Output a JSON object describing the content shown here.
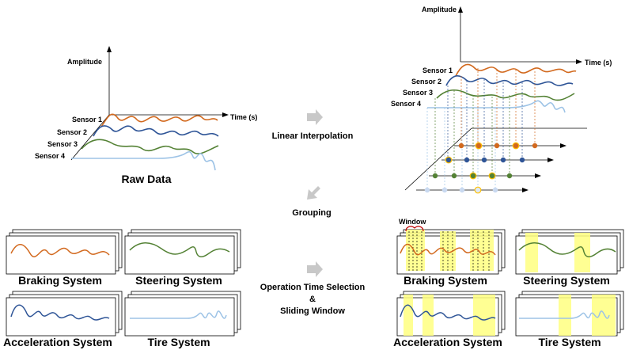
{
  "raw_data": {
    "title": "Raw Data",
    "y_axis_label": "Amplitude",
    "x_axis_label": "Time (s)",
    "sensors": [
      "Sensor 1",
      "Sensor 2",
      "Sensor 3",
      "Sensor 4"
    ]
  },
  "interpolated": {
    "y_axis_label": "Amplitude",
    "x_axis_label": "Time (s)",
    "sensors": [
      "Sensor 1",
      "Sensor 2",
      "Sensor 3",
      "Sensor 4"
    ]
  },
  "steps": {
    "linear_interpolation": "Linear Interpolation",
    "grouping": "Grouping",
    "operation_line1": "Operation Time Selection",
    "operation_line2": "&",
    "operation_line3": "Sliding Window"
  },
  "systems": {
    "braking": "Braking System",
    "steering": "Steering System",
    "acceleration": "Acceleration System",
    "tire": "Tire System"
  },
  "window_label": "Window",
  "colors": {
    "sensor1": "#d2691e",
    "sensor2": "#2f5597",
    "sensor3": "#548235",
    "sensor4": "#9dc3e6",
    "window": "#ffff66",
    "arrow": "#c8c8c8"
  }
}
